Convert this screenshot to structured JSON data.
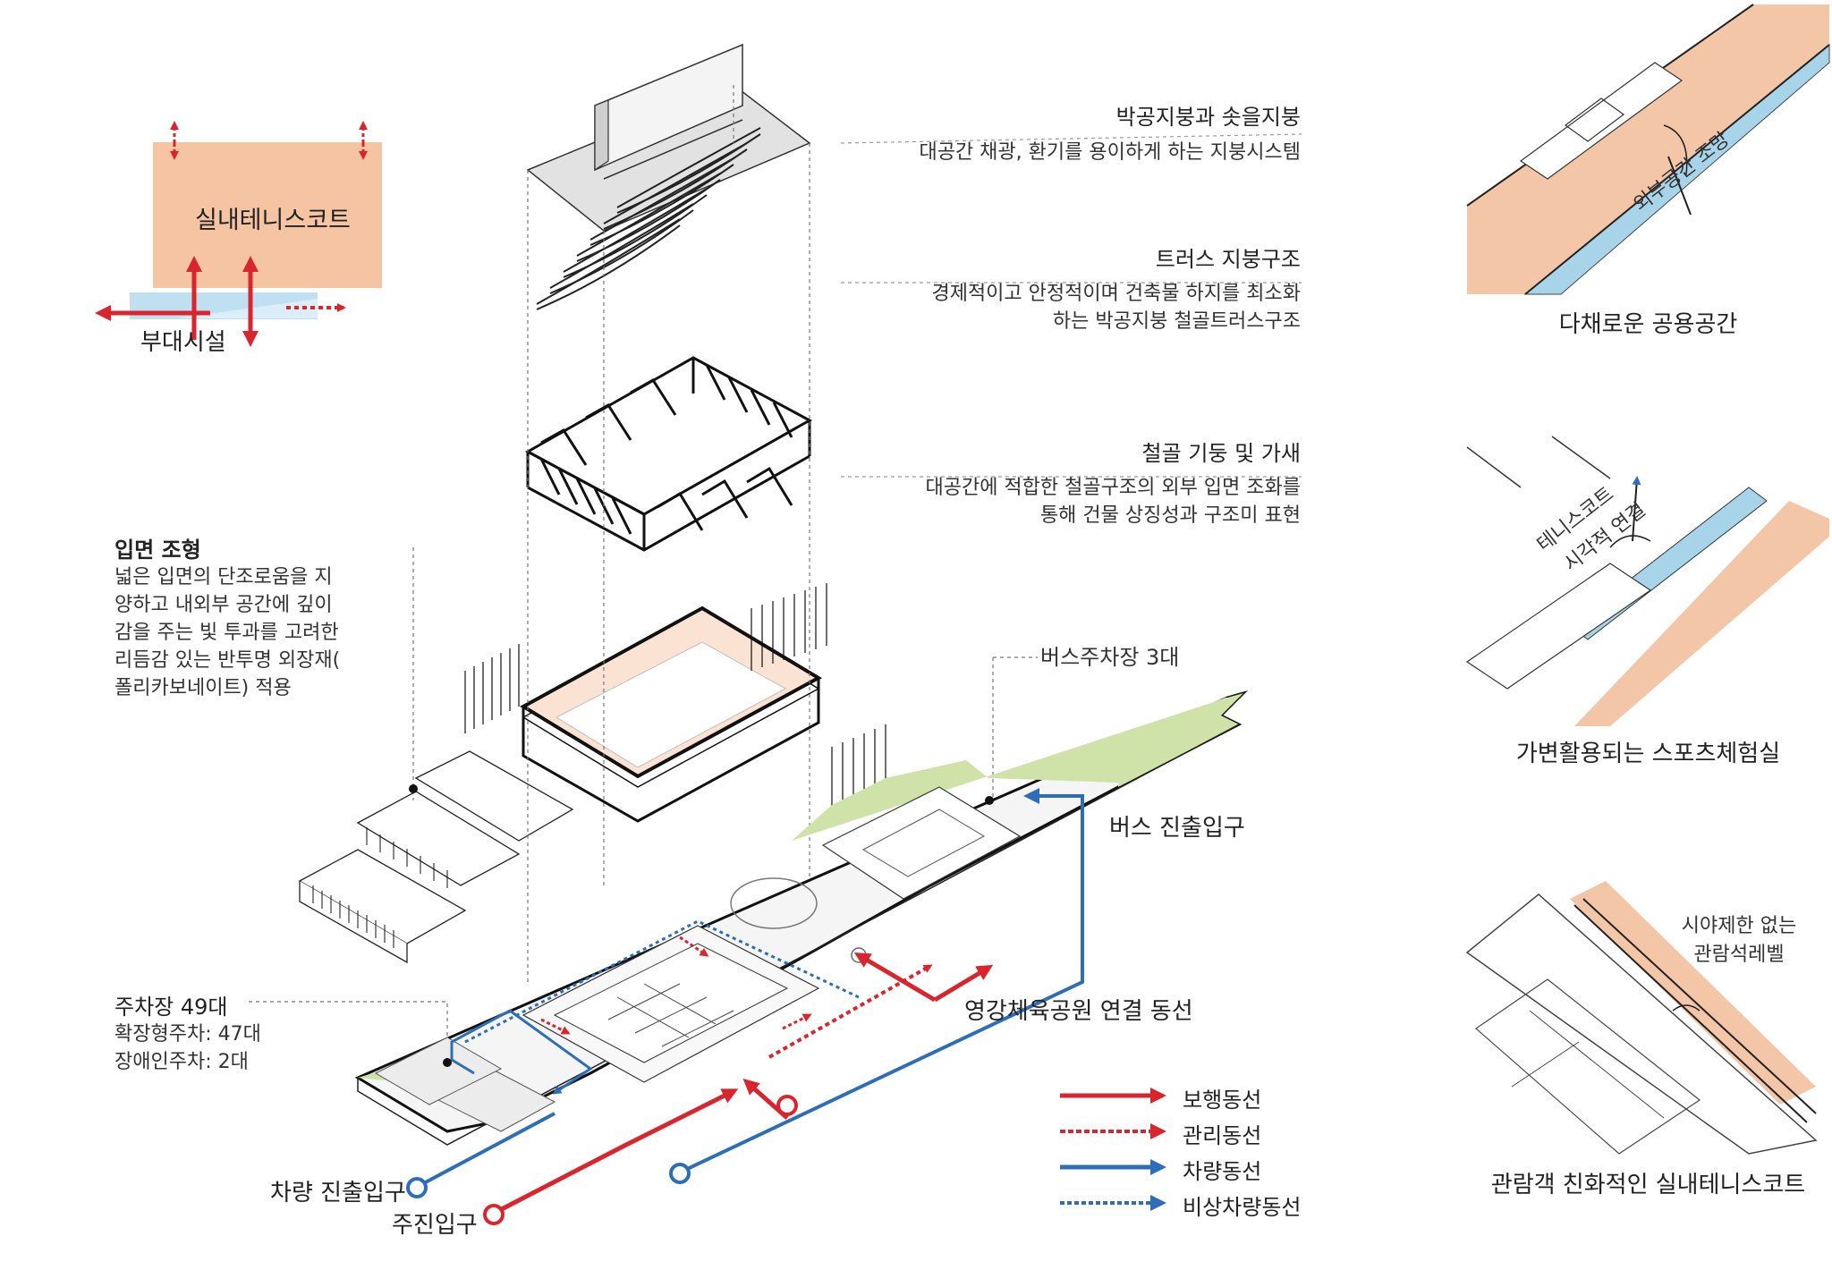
{
  "program": {
    "court": "실내테니스코트",
    "annex": "부대시설"
  },
  "layers": [
    {
      "title": "박공지붕과 솟을지붕",
      "lines": [
        "대공간 채광, 환기를 용이하게 하는 지붕시스템"
      ]
    },
    {
      "title": "트러스 지붕구조",
      "lines": [
        "경제적이고 안정적이며 건축물 하지를 최소화",
        "하는 박공지붕 철골트러스구조"
      ]
    },
    {
      "title": "철골 기둥 및 가새",
      "lines": [
        "대공간에 적합한 철골구조의 외부 입면 조화를",
        "통해 건물 상징성과 구조미 표현"
      ]
    }
  ],
  "facade": {
    "title": "입면 조형",
    "lines": [
      "넓은 입면의 단조로움을 지",
      "양하고 내외부 공간에 깊이",
      "감을 주는 빛 투과를 고려한",
      "리듬감 있는 반투명 외장재(",
      "폴리카보네이트) 적용"
    ]
  },
  "parking": {
    "title": "주차장 49대",
    "lines": [
      "확장형주차: 47대",
      "장애인주차: 2대"
    ]
  },
  "site_labels": {
    "bus_parking": "버스주차장 3대",
    "bus_entry": "버스 진출입구",
    "park_link": "영강체육공원 연결 동선",
    "car_entry": "차량 진출입구",
    "main_entry": "주진입구"
  },
  "legend": [
    {
      "label": "보행동선",
      "color": "#d9262e",
      "style": "solid"
    },
    {
      "label": "관리동선",
      "color": "#d9262e",
      "style": "dotted"
    },
    {
      "label": "차량동선",
      "color": "#2e6eb7",
      "style": "solid"
    },
    {
      "label": "비상차량동선",
      "color": "#2e6eb7",
      "style": "dotted"
    }
  ],
  "vignettes": [
    {
      "caption": "다채로운 공용공간",
      "note": "외부공간 조망"
    },
    {
      "caption": "가변활용되는 스포츠체험실",
      "note1": "테니스코트",
      "note2": "시각적 연결"
    },
    {
      "caption": "관람객 친화적인 실내테니스코트",
      "note1": "시야제한 없는",
      "note2": "관람석레벨"
    }
  ],
  "colors": {
    "accent_red": "#d9262e",
    "accent_blue": "#2e6eb7",
    "peach": "#f5c4a2",
    "green": "#cfe2a8",
    "light_blue": "#a8d4ea"
  }
}
